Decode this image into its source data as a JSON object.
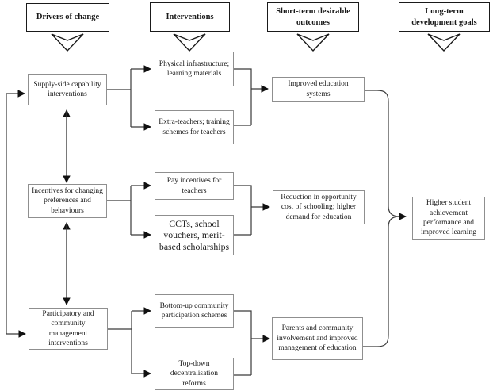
{
  "headers": [
    {
      "label": "Drivers of change"
    },
    {
      "label": "Interventions"
    },
    {
      "label": "Short-term desirable outcomes"
    },
    {
      "label": "Long-term development goals"
    }
  ],
  "drivers": [
    {
      "label": "Supply-side capability interventions"
    },
    {
      "label": "Incentives for changing preferences and behaviours"
    },
    {
      "label": "Participatory and community management interventions"
    }
  ],
  "interventions": [
    {
      "label": "Physical infrastructure; learning materials"
    },
    {
      "label": "Extra-teachers; training schemes for teachers"
    },
    {
      "label": "Pay incentives for teachers"
    },
    {
      "label": "CCTs, school vouchers, merit-based scholarships"
    },
    {
      "label": "Bottom-up community participation schemes"
    },
    {
      "label": "Top-down decentralisation reforms"
    }
  ],
  "outcomes": [
    {
      "label": "Improved education systems"
    },
    {
      "label": "Reduction in opportunity cost of schooling; higher demand for education"
    },
    {
      "label": "Parents and community involvement and improved management of education"
    }
  ],
  "goal": {
    "label": "Higher student achievement performance and improved learning"
  },
  "colors": {
    "background": "#ffffff",
    "header_border": "#1a1a1a",
    "node_border": "#8f8f8f",
    "line": "#3a3a3a",
    "arrowhead": "#111111",
    "text": "#1a1a1a"
  }
}
